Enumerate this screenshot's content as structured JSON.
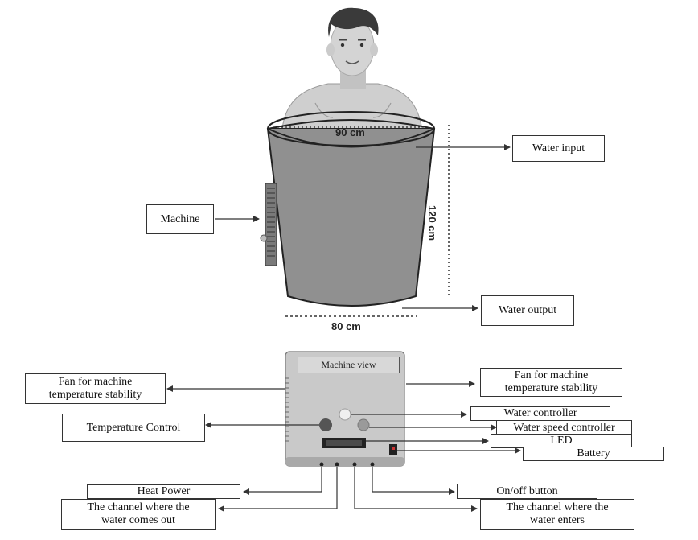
{
  "labels": {
    "top_diameter": "90 cm",
    "bottom_diameter": "80 cm",
    "height": "120 cm",
    "water_input": "Water input",
    "machine": "Machine",
    "water_output": "Water output",
    "machine_view": "Machine view",
    "fan_left_line1": "Fan for machine",
    "fan_left_line2": "temperature stability",
    "fan_right_line1": "Fan for machine",
    "fan_right_line2": "temperature stability",
    "temperature_control": "Temperature Control",
    "water_controller": "Water controller",
    "water_speed_controller": "Water speed controller",
    "led": "LED",
    "battery": "Battery",
    "heat_power": "Heat Power",
    "channel_out_line1": "The channel where the",
    "channel_out_line2": "water comes out",
    "on_off_button": "On/off button",
    "channel_in_line1": "The channel where the",
    "channel_in_line2": "water enters"
  },
  "colors": {
    "tub_body": "#909090",
    "tub_rim": "#c4c4c4",
    "panel": "#c9c9c9",
    "skin": "#cfcfcf",
    "hair": "#3a3a3a"
  }
}
